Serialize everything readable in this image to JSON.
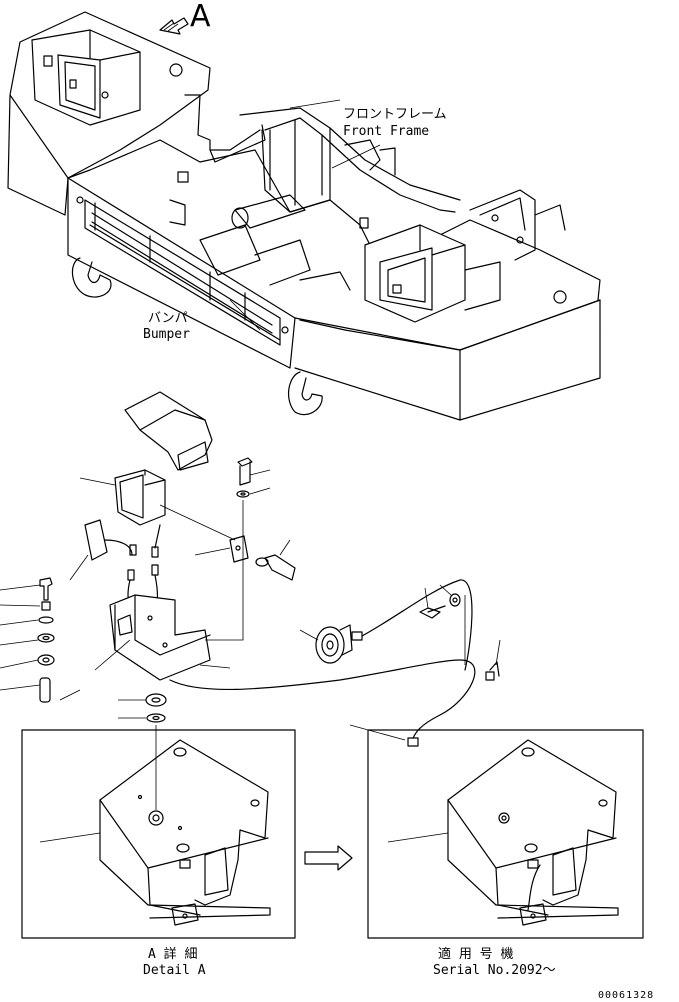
{
  "view_marker": "A",
  "labels": {
    "front_frame_jp": "フロントフレーム",
    "front_frame_en": "Front Frame",
    "bumper_jp": "バンパ",
    "bumper_en": "Bumper",
    "detail_jp": "A 詳 細",
    "detail_en": "Detail A",
    "serial_jp": "適 用 号 機",
    "serial_en": "Serial No.2092〜",
    "drawing_number": "00061328"
  }
}
